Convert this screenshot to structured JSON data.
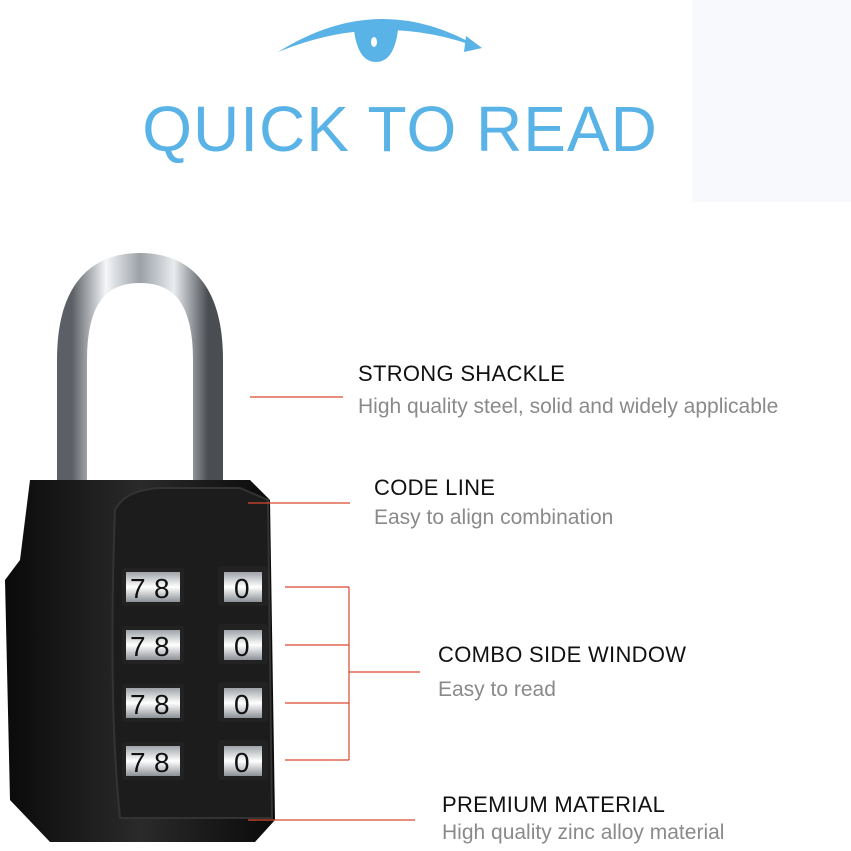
{
  "headline": "QUICK TO READ",
  "icons": {
    "eye": "eye-icon"
  },
  "colors": {
    "accent": "#5ab3e6",
    "callout_line": "#d9472f",
    "lock_body": "#111111"
  },
  "callouts": [
    {
      "title": "STRONG SHACKLE",
      "description": "High quality steel, solid and widely applicable"
    },
    {
      "title": "CODE LINE",
      "description": "Easy to align combination"
    },
    {
      "title": "COMBO SIDE WINDOW",
      "description": "Easy to read"
    },
    {
      "title": "PREMIUM MATERIAL",
      "description": "High quality zinc alloy material"
    }
  ],
  "dials": {
    "left_digits": [
      "7",
      "8"
    ],
    "right_digit": "0"
  }
}
